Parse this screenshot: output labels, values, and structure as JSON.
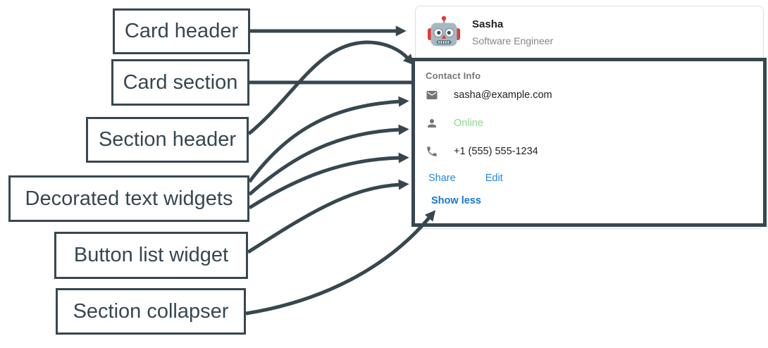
{
  "colors": {
    "annotation_accent": "#37474F",
    "link_blue": "#1E88E5",
    "collapser_blue": "#1976D2",
    "online_green": "#86D98A",
    "text_dark": "#202124",
    "text_gray": "#757575",
    "card_border": "#DADCE0"
  },
  "annotations": {
    "labels": [
      {
        "text": "Card header"
      },
      {
        "text": "Card section"
      },
      {
        "text": "Section header"
      },
      {
        "text": "Decorated text widgets"
      },
      {
        "text": "Button list widget"
      },
      {
        "text": "Section collapser"
      }
    ]
  },
  "card": {
    "header": {
      "avatar_icon": "robot-avatar",
      "name": "Sasha",
      "title": "Software Engineer"
    },
    "section": {
      "header": "Contact Info",
      "rows": [
        {
          "icon": "email-icon",
          "text": "sasha@example.com"
        },
        {
          "icon": "person-icon",
          "text": "Online"
        },
        {
          "icon": "phone-icon",
          "text": "+1 (555) 555-1234"
        }
      ],
      "buttons": [
        {
          "label": "Share"
        },
        {
          "label": "Edit"
        }
      ],
      "collapser_label": "Show less"
    }
  }
}
